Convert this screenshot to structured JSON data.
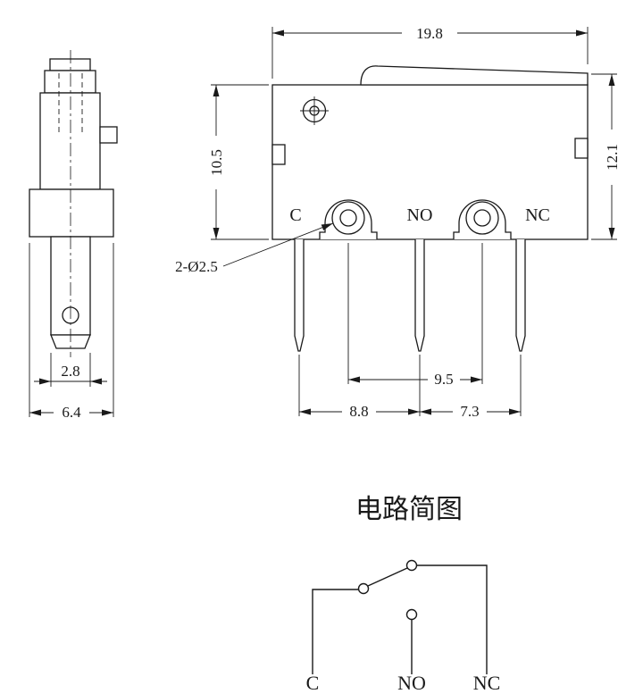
{
  "colors": {
    "line": "#1a1a1a",
    "background": "#ffffff"
  },
  "side_view": {
    "dim_terminal_width": "2.8",
    "dim_base_width": "6.4"
  },
  "front_view": {
    "dim_overall_width": "19.8",
    "dim_body_height": "10.5",
    "dim_overall_height": "12.1",
    "hole_callout": "2-Ø2.5",
    "dim_rivet_spacing": "9.5",
    "dim_pin_spacing_left": "8.8",
    "dim_pin_spacing_right": "7.3",
    "terminal_c": "C",
    "terminal_no": "NO",
    "terminal_nc": "NC"
  },
  "circuit": {
    "title": "电路简图",
    "label_c": "C",
    "label_no": "NO",
    "label_nc": "NC"
  }
}
